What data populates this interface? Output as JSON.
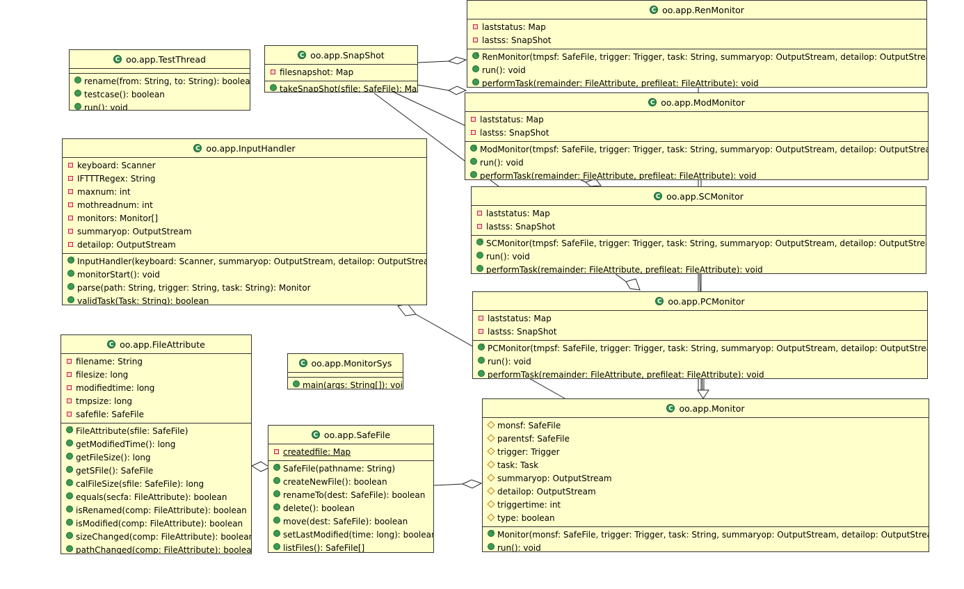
{
  "classes": {
    "renmonitor": {
      "name": "oo.app.RenMonitor",
      "attributes": [
        {
          "vis": "private",
          "text": "laststatus: Map"
        },
        {
          "vis": "private",
          "text": "lastss: SnapShot"
        }
      ],
      "operations": [
        {
          "vis": "ctor",
          "text": "RenMonitor(tmpsf: SafeFile, trigger: Trigger, task: String, summaryop: OutputStream, detailop: OutputStream)"
        },
        {
          "vis": "public",
          "text": "run(): void"
        },
        {
          "vis": "public",
          "text": "performTask(remainder: FileAttribute, prefileat: FileAttribute): void"
        }
      ]
    },
    "testthread": {
      "name": "oo.app.TestThread",
      "attributes": [],
      "operations": [
        {
          "vis": "public",
          "text": "rename(from: String, to: String): boolean"
        },
        {
          "vis": "public",
          "text": "testcase(): boolean"
        },
        {
          "vis": "public",
          "text": "run(): void"
        }
      ]
    },
    "snapshot": {
      "name": "oo.app.SnapShot",
      "attributes": [
        {
          "vis": "private",
          "text": "filesnapshot: Map"
        }
      ],
      "operations": [
        {
          "vis": "public",
          "text": "takeSnapShot(sfile: SafeFile): Map"
        }
      ]
    },
    "modmonitor": {
      "name": "oo.app.ModMonitor",
      "attributes": [
        {
          "vis": "private",
          "text": "laststatus: Map"
        },
        {
          "vis": "private",
          "text": "lastss: SnapShot"
        }
      ],
      "operations": [
        {
          "vis": "ctor",
          "text": "ModMonitor(tmpsf: SafeFile, trigger: Trigger, task: String, summaryop: OutputStream, detailop: OutputStream)"
        },
        {
          "vis": "public",
          "text": "run(): void"
        },
        {
          "vis": "public",
          "text": "performTask(remainder: FileAttribute, prefileat: FileAttribute): void"
        }
      ]
    },
    "inputhandler": {
      "name": "oo.app.InputHandler",
      "attributes": [
        {
          "vis": "private",
          "text": "keyboard: Scanner"
        },
        {
          "vis": "private",
          "text": "IFTTTRegex: String"
        },
        {
          "vis": "private",
          "text": "maxnum: int"
        },
        {
          "vis": "private",
          "text": "mothreadnum: int"
        },
        {
          "vis": "private",
          "text": "monitors: Monitor[]"
        },
        {
          "vis": "private",
          "text": "summaryop: OutputStream"
        },
        {
          "vis": "private",
          "text": "detailop: OutputStream"
        }
      ],
      "operations": [
        {
          "vis": "ctor",
          "text": "InputHandler(keyboard: Scanner, summaryop: OutputStream, detailop: OutputStream)"
        },
        {
          "vis": "public",
          "text": "monitorStart(): void"
        },
        {
          "vis": "public",
          "text": "parse(path: String, trigger: String, task: String): Monitor"
        },
        {
          "vis": "public",
          "text": "validTask(Task: String): boolean"
        }
      ]
    },
    "scmonitor": {
      "name": "oo.app.SCMonitor",
      "attributes": [
        {
          "vis": "private",
          "text": "laststatus: Map"
        },
        {
          "vis": "private",
          "text": "lastss: SnapShot"
        }
      ],
      "operations": [
        {
          "vis": "ctor",
          "text": "SCMonitor(tmpsf: SafeFile, trigger: Trigger, task: String, summaryop: OutputStream, detailop: OutputStream)"
        },
        {
          "vis": "public",
          "text": "run(): void"
        },
        {
          "vis": "public",
          "text": "performTask(remainder: FileAttribute, prefileat: FileAttribute): void"
        }
      ]
    },
    "pcmonitor": {
      "name": "oo.app.PCMonitor",
      "attributes": [
        {
          "vis": "private",
          "text": "laststatus: Map"
        },
        {
          "vis": "private",
          "text": "lastss: SnapShot"
        }
      ],
      "operations": [
        {
          "vis": "ctor",
          "text": "PCMonitor(tmpsf: SafeFile, trigger: Trigger, task: String, summaryop: OutputStream, detailop: OutputStream)"
        },
        {
          "vis": "public",
          "text": "run(): void"
        },
        {
          "vis": "public",
          "text": "performTask(remainder: FileAttribute, prefileat: FileAttribute): void"
        }
      ]
    },
    "fileattribute": {
      "name": "oo.app.FileAttribute",
      "attributes": [
        {
          "vis": "private",
          "text": "filename: String"
        },
        {
          "vis": "private",
          "text": "filesize: long"
        },
        {
          "vis": "private",
          "text": "modifiedtime: long"
        },
        {
          "vis": "private",
          "text": "tmpsize: long"
        },
        {
          "vis": "private",
          "text": "safefile: SafeFile"
        }
      ],
      "operations": [
        {
          "vis": "ctor",
          "text": "FileAttribute(sfile: SafeFile)"
        },
        {
          "vis": "public",
          "text": "getModifiedTime(): long"
        },
        {
          "vis": "public",
          "text": "getFileSize(): long"
        },
        {
          "vis": "public",
          "text": "getSFile(): SafeFile"
        },
        {
          "vis": "public",
          "text": "calFileSize(sfile: SafeFile): long"
        },
        {
          "vis": "public",
          "text": "equals(secfa: FileAttribute): boolean"
        },
        {
          "vis": "public",
          "text": "isRenamed(comp: FileAttribute): boolean"
        },
        {
          "vis": "public",
          "text": "isModified(comp: FileAttribute): boolean"
        },
        {
          "vis": "public",
          "text": "sizeChanged(comp: FileAttribute): boolean"
        },
        {
          "vis": "public",
          "text": "pathChanged(comp: FileAttribute): boolean"
        }
      ]
    },
    "monitorsys": {
      "name": "oo.app.MonitorSys",
      "attributes": [],
      "operations": [
        {
          "vis": "public",
          "static": true,
          "text": "main(args: String[]): void"
        }
      ]
    },
    "safefile": {
      "name": "oo.app.SafeFile",
      "attributes": [
        {
          "vis": "private",
          "static": true,
          "text": "createdfile: Map"
        }
      ],
      "operations": [
        {
          "vis": "ctor",
          "text": "SafeFile(pathname: String)"
        },
        {
          "vis": "public",
          "text": "createNewFile(): boolean"
        },
        {
          "vis": "public",
          "text": "renameTo(dest: SafeFile): boolean"
        },
        {
          "vis": "public",
          "text": "delete(): boolean"
        },
        {
          "vis": "public",
          "text": "move(dest: SafeFile): boolean"
        },
        {
          "vis": "public",
          "text": "setLastModified(time: long): boolean"
        },
        {
          "vis": "public",
          "text": "listFiles(): SafeFile[]"
        }
      ]
    },
    "monitor": {
      "name": "oo.app.Monitor",
      "attributes": [
        {
          "vis": "protected",
          "text": "monsf: SafeFile"
        },
        {
          "vis": "protected",
          "text": "parentsf: SafeFile"
        },
        {
          "vis": "protected",
          "text": "trigger: Trigger"
        },
        {
          "vis": "protected",
          "text": "task: Task"
        },
        {
          "vis": "protected",
          "text": "summaryop: OutputStream"
        },
        {
          "vis": "protected",
          "text": "detailop: OutputStream"
        },
        {
          "vis": "protected",
          "text": "triggertime: int"
        },
        {
          "vis": "protected",
          "text": "type: boolean"
        }
      ],
      "operations": [
        {
          "vis": "ctor",
          "text": "Monitor(monsf: SafeFile, trigger: Trigger, task: String, summaryop: OutputStream, detailop: OutputStream)"
        },
        {
          "vis": "public",
          "text": "run(): void"
        }
      ]
    }
  }
}
